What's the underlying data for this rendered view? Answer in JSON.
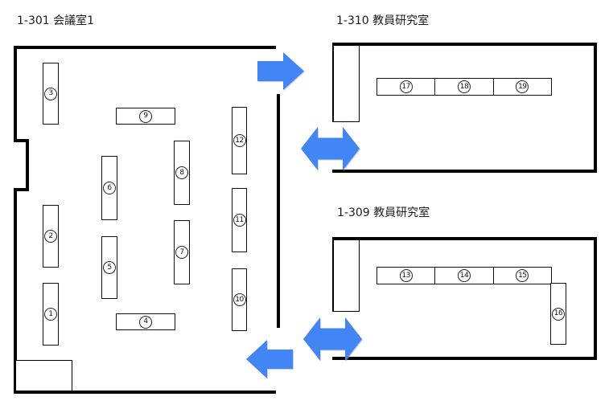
{
  "rooms": {
    "r301": {
      "label": "1-301 会議室1",
      "desks": [
        "1",
        "2",
        "3",
        "4",
        "5",
        "6",
        "7",
        "8",
        "9",
        "10",
        "11",
        "12"
      ],
      "fixtures": [
        "cabinet"
      ]
    },
    "r310": {
      "label": "1-310 教員研究室",
      "desks": [
        "17",
        "18",
        "19"
      ],
      "fixtures": [
        "entrance-alcove"
      ]
    },
    "r309": {
      "label": "1-309 教員研究室",
      "desks": [
        "13",
        "14",
        "15",
        "16"
      ],
      "fixtures": [
        "entrance-alcove"
      ]
    }
  },
  "arrows": {
    "to_1310": {
      "direction": "right"
    },
    "between_301_310": {
      "direction": "both"
    },
    "between_301_309": {
      "direction": "both"
    },
    "to_1301": {
      "direction": "left"
    }
  },
  "colors": {
    "arrow": "#4285f4",
    "wall": "#000000",
    "text": "#1a1a1a"
  }
}
